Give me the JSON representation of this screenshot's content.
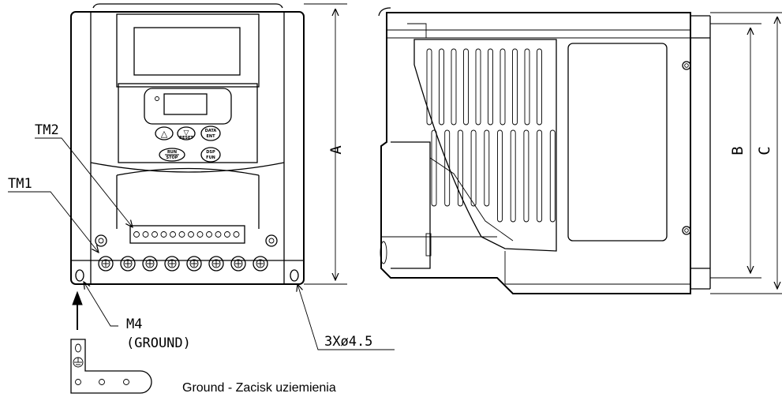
{
  "labels": {
    "tm2": "TM2",
    "tm1": "TM1",
    "m4": "M4",
    "ground": "(GROUND)",
    "holes": "3Xø4.5",
    "caption": "Ground - Zacisk uziemienia"
  },
  "dimensions": {
    "a": "A",
    "b": "B",
    "c": "C"
  },
  "keypad": {
    "up": "△",
    "down": "▽",
    "reset": "RESET",
    "data": "DATA",
    "ent": "ENT",
    "run": "RUN",
    "stop": "STOP",
    "dsp": "DSP",
    "fun": "FUN"
  }
}
